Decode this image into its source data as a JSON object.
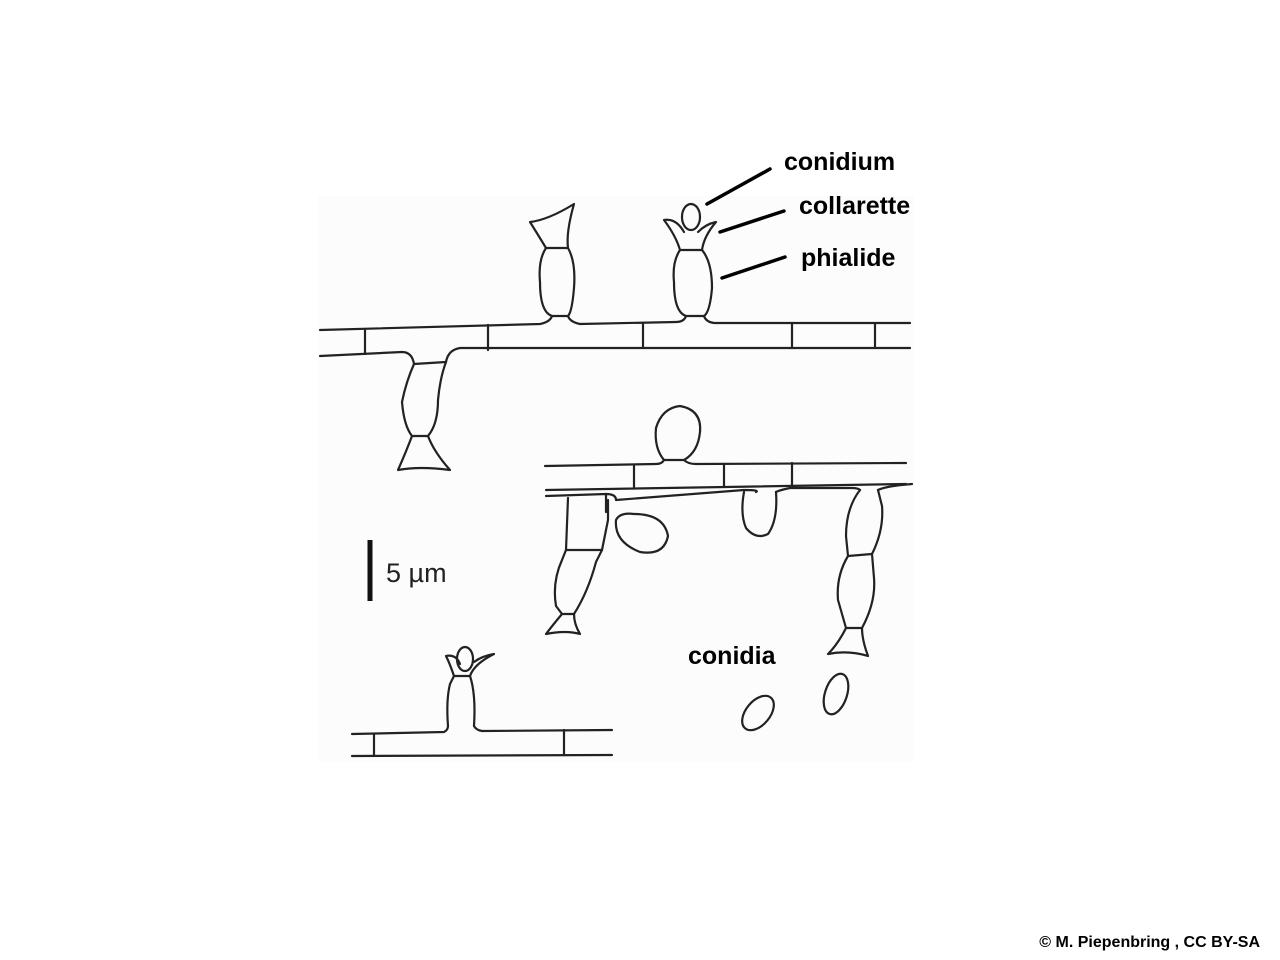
{
  "labels": {
    "conidium": "conidium",
    "collarette": "collarette",
    "phialide": "phialide",
    "conidia": "conidia"
  },
  "scale_bar": {
    "text": "5 µm"
  },
  "credit": "© M. Piepenbring , CC BY-SA"
}
